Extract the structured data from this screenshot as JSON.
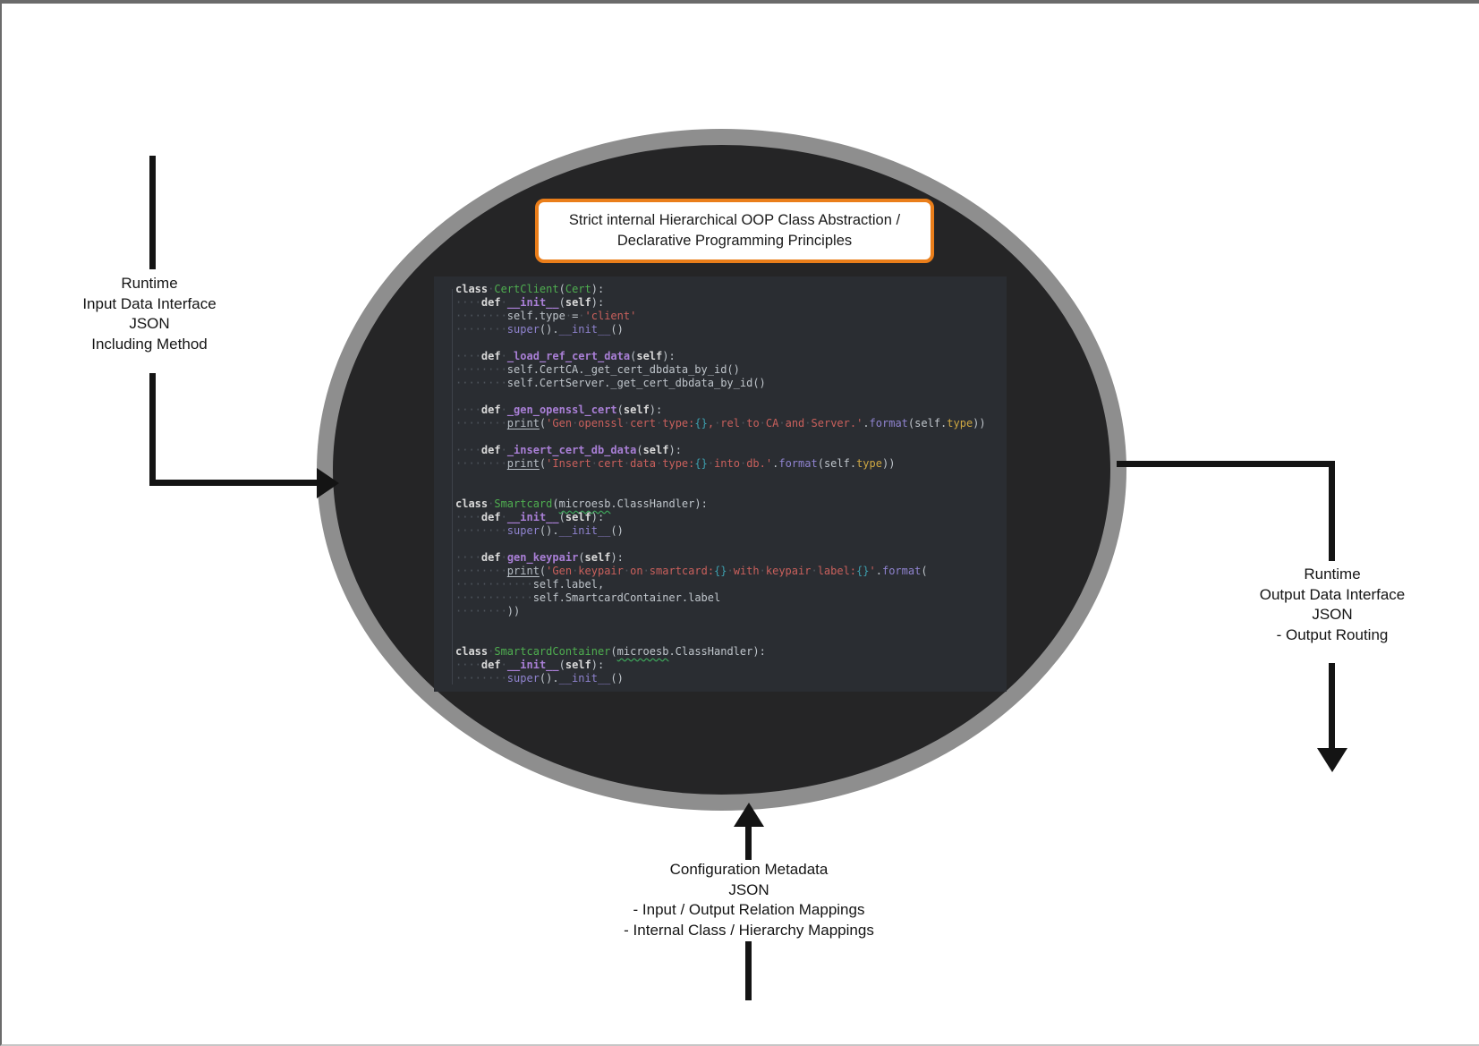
{
  "title_box": {
    "line1": "Strict internal Hierarchical OOP Class Abstraction /",
    "line2": "Declarative Programming Principles"
  },
  "labels": {
    "input_interface": {
      "line1": "Runtime",
      "line2": "Input Data Interface",
      "line3": "JSON",
      "line4": "Including Method"
    },
    "output_interface": {
      "line1": "Runtime",
      "line2": "Output Data Interface",
      "line3": "JSON",
      "line4": "- Output Routing"
    },
    "config_metadata": {
      "line1": "Configuration Metadata",
      "line2": "JSON",
      "line3": "- Input / Output Relation Mappings",
      "line4": "- Internal Class / Hierarchy Mappings"
    }
  },
  "colors": {
    "accent_orange": "#ea7e1a",
    "ellipse_ring": "#8e8e8e",
    "ellipse_fill": "#252526",
    "code_bg": "#2a2d32",
    "arrow_black": "#141414"
  },
  "code": {
    "lines": [
      [
        [
          "kw",
          "class "
        ],
        [
          "cls",
          "CertClient"
        ],
        [
          "plain",
          "("
        ],
        [
          "cls",
          "Cert"
        ],
        [
          "plain",
          "):"
        ]
      ],
      [
        [
          "ws",
          "    "
        ],
        [
          "kw",
          "def "
        ],
        [
          "fn",
          "__init__"
        ],
        [
          "plain",
          "("
        ],
        [
          "self",
          "self"
        ],
        [
          "plain",
          "):"
        ]
      ],
      [
        [
          "ws",
          "        "
        ],
        [
          "plain",
          "self.type = "
        ],
        [
          "str",
          "'client'"
        ]
      ],
      [
        [
          "ws",
          "        "
        ],
        [
          "viol",
          "super"
        ],
        [
          "plain",
          "()."
        ],
        [
          "viol",
          "__init__"
        ],
        [
          "plain",
          "()"
        ]
      ],
      [],
      [
        [
          "ws",
          "    "
        ],
        [
          "kw",
          "def "
        ],
        [
          "fn",
          "_load_ref_cert_data"
        ],
        [
          "plain",
          "("
        ],
        [
          "self",
          "self"
        ],
        [
          "plain",
          "):"
        ]
      ],
      [
        [
          "ws",
          "        "
        ],
        [
          "plain",
          "self.CertCA._get_cert_dbdata_by_id()"
        ]
      ],
      [
        [
          "ws",
          "        "
        ],
        [
          "plain",
          "self.CertServer._get_cert_dbdata_by_id()"
        ]
      ],
      [],
      [
        [
          "ws",
          "    "
        ],
        [
          "kw",
          "def "
        ],
        [
          "fn",
          "_gen_openssl_cert"
        ],
        [
          "plain",
          "("
        ],
        [
          "self",
          "self"
        ],
        [
          "plain",
          "):"
        ]
      ],
      [
        [
          "ws",
          "        "
        ],
        [
          "builtin",
          "print"
        ],
        [
          "plain",
          "("
        ],
        [
          "str",
          "'Gen openssl cert type:"
        ],
        [
          "brace",
          "{}"
        ],
        [
          "str",
          ", rel to CA and Server.'"
        ],
        [
          "plain",
          "."
        ],
        [
          "viol",
          "format"
        ],
        [
          "plain",
          "("
        ],
        [
          "plain",
          "self."
        ],
        [
          "attr",
          "type"
        ],
        [
          "plain",
          "))"
        ]
      ],
      [],
      [
        [
          "ws",
          "    "
        ],
        [
          "kw",
          "def "
        ],
        [
          "fn",
          "_insert_cert_db_data"
        ],
        [
          "plain",
          "("
        ],
        [
          "self",
          "self"
        ],
        [
          "plain",
          "):"
        ]
      ],
      [
        [
          "ws",
          "        "
        ],
        [
          "builtin",
          "print"
        ],
        [
          "plain",
          "("
        ],
        [
          "str",
          "'Insert cert data type:"
        ],
        [
          "brace",
          "{}"
        ],
        [
          "str",
          " into db.'"
        ],
        [
          "plain",
          "."
        ],
        [
          "viol",
          "format"
        ],
        [
          "plain",
          "("
        ],
        [
          "plain",
          "self."
        ],
        [
          "attr",
          "type"
        ],
        [
          "plain",
          "))"
        ]
      ],
      [],
      [],
      [
        [
          "kw",
          "class "
        ],
        [
          "cls",
          "Smartcard"
        ],
        [
          "plain",
          "("
        ],
        [
          "sq",
          "microesb"
        ],
        [
          "plain",
          ".ClassHandler):"
        ]
      ],
      [
        [
          "ws",
          "    "
        ],
        [
          "kw",
          "def "
        ],
        [
          "fn",
          "__init__"
        ],
        [
          "plain",
          "("
        ],
        [
          "self",
          "self"
        ],
        [
          "plain",
          "):"
        ]
      ],
      [
        [
          "ws",
          "        "
        ],
        [
          "viol",
          "super"
        ],
        [
          "plain",
          "()."
        ],
        [
          "viol",
          "__init__"
        ],
        [
          "plain",
          "()"
        ]
      ],
      [],
      [
        [
          "ws",
          "    "
        ],
        [
          "kw",
          "def "
        ],
        [
          "fn",
          "gen_keypair"
        ],
        [
          "plain",
          "("
        ],
        [
          "self",
          "self"
        ],
        [
          "plain",
          "):"
        ]
      ],
      [
        [
          "ws",
          "        "
        ],
        [
          "builtin",
          "print"
        ],
        [
          "plain",
          "("
        ],
        [
          "str",
          "'Gen keypair on smartcard:"
        ],
        [
          "brace",
          "{}"
        ],
        [
          "str",
          " with keypair label:"
        ],
        [
          "brace",
          "{}"
        ],
        [
          "str",
          "'"
        ],
        [
          "plain",
          "."
        ],
        [
          "viol",
          "format"
        ],
        [
          "plain",
          "("
        ]
      ],
      [
        [
          "ws",
          "            "
        ],
        [
          "plain",
          "self.label,"
        ]
      ],
      [
        [
          "ws",
          "            "
        ],
        [
          "plain",
          "self.SmartcardContainer.label"
        ]
      ],
      [
        [
          "ws",
          "        "
        ],
        [
          "plain",
          "))"
        ]
      ],
      [],
      [],
      [
        [
          "kw",
          "class "
        ],
        [
          "cls",
          "SmartcardContainer"
        ],
        [
          "plain",
          "("
        ],
        [
          "sq",
          "microesb"
        ],
        [
          "plain",
          ".ClassHandler):"
        ]
      ],
      [
        [
          "ws",
          "    "
        ],
        [
          "kw",
          "def "
        ],
        [
          "fn",
          "__init__"
        ],
        [
          "plain",
          "("
        ],
        [
          "self",
          "self"
        ],
        [
          "plain",
          "):"
        ]
      ],
      [
        [
          "ws",
          "        "
        ],
        [
          "viol",
          "super"
        ],
        [
          "plain",
          "()."
        ],
        [
          "viol",
          "__init__"
        ],
        [
          "plain",
          "()"
        ]
      ]
    ]
  }
}
